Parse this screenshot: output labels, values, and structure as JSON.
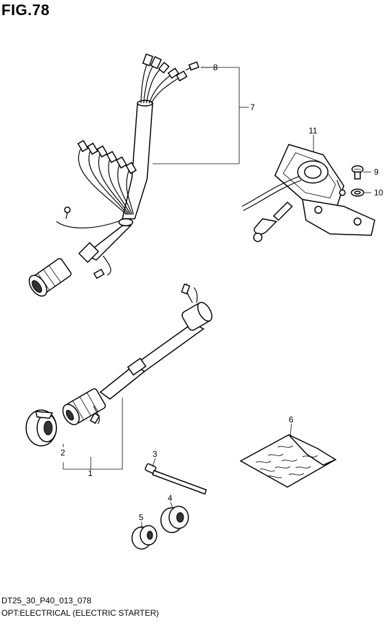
{
  "figure": {
    "title": "FIG.78",
    "code": "DT25_30_P40_013_078",
    "caption": "OPT:ELECTRICAL (ELECTRIC STARTER)"
  },
  "callouts": [
    {
      "id": "callout-1",
      "label": "1"
    },
    {
      "id": "callout-2",
      "label": "2"
    },
    {
      "id": "callout-3",
      "label": "3"
    },
    {
      "id": "callout-4",
      "label": "4"
    },
    {
      "id": "callout-5",
      "label": "5"
    },
    {
      "id": "callout-6",
      "label": "6"
    },
    {
      "id": "callout-7",
      "label": "7"
    },
    {
      "id": "callout-8",
      "label": "8"
    },
    {
      "id": "callout-9",
      "label": "9"
    },
    {
      "id": "callout-10",
      "label": "10"
    },
    {
      "id": "callout-11",
      "label": "11"
    }
  ]
}
